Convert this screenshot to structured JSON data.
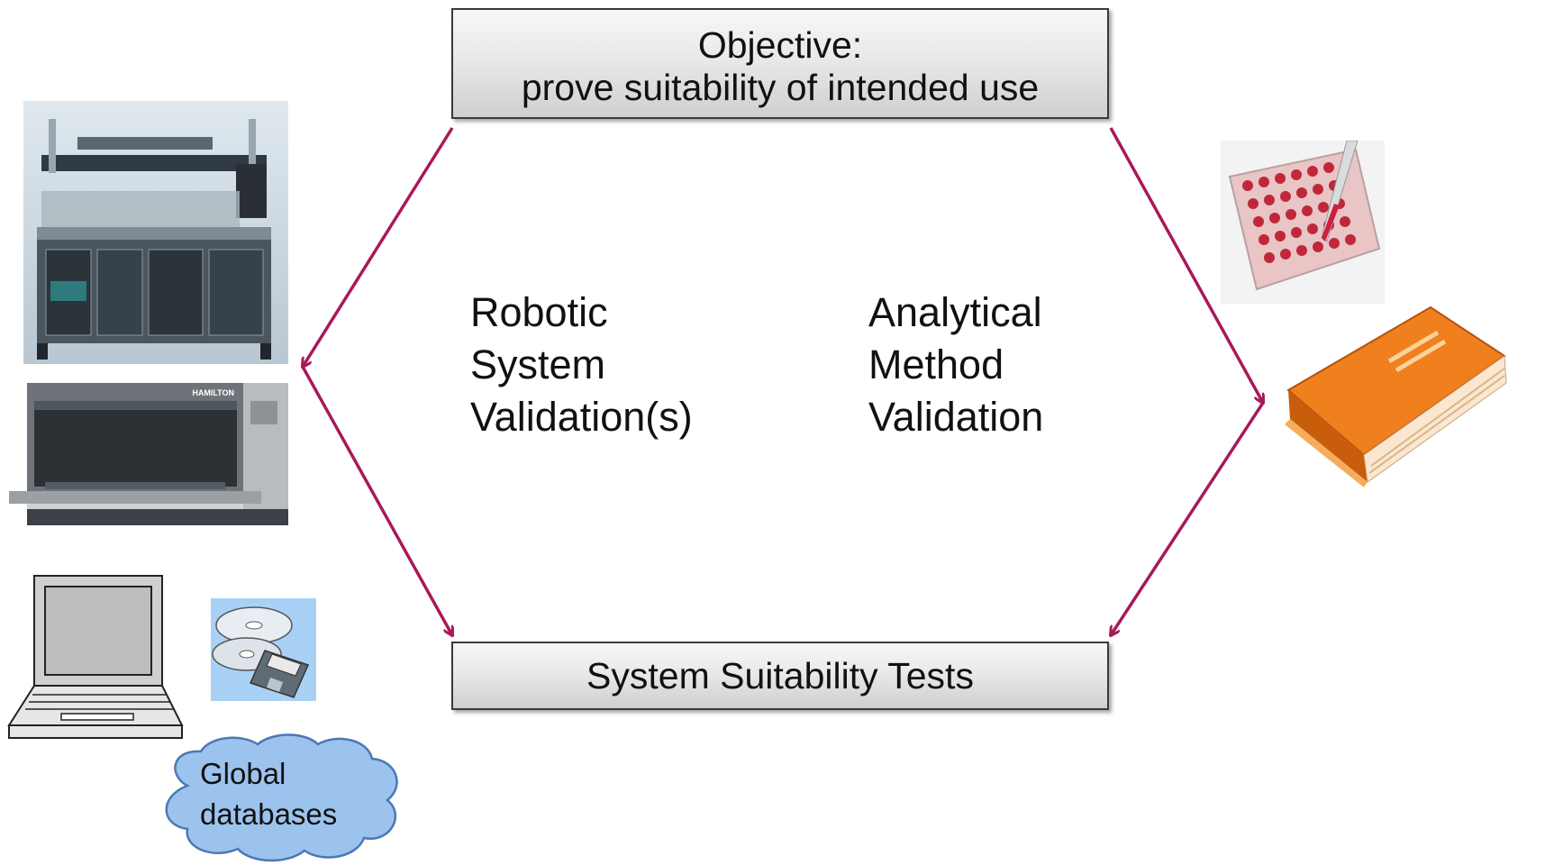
{
  "objective": {
    "line1": "Objective:",
    "line2": "prove suitability of intended use"
  },
  "robotic_label": [
    "Robotic",
    "System",
    "Validation(s)"
  ],
  "analytical_label": [
    "Analytical",
    "Method",
    "Validation"
  ],
  "sst": {
    "label": "System Suitability Tests"
  },
  "cloud": {
    "line1": "Global",
    "line2": "databases"
  },
  "hamilton_brand": "HAMILTON",
  "colors": {
    "arrow": "#a8195a",
    "cloud_fill": "#9cc3ee",
    "book": "#f07f1e"
  },
  "icons": [
    "liquid-handler-robot",
    "hamilton-robot",
    "laptop-icon",
    "disks-icon",
    "cloud-shape",
    "microplate-pipette",
    "book-icon"
  ]
}
